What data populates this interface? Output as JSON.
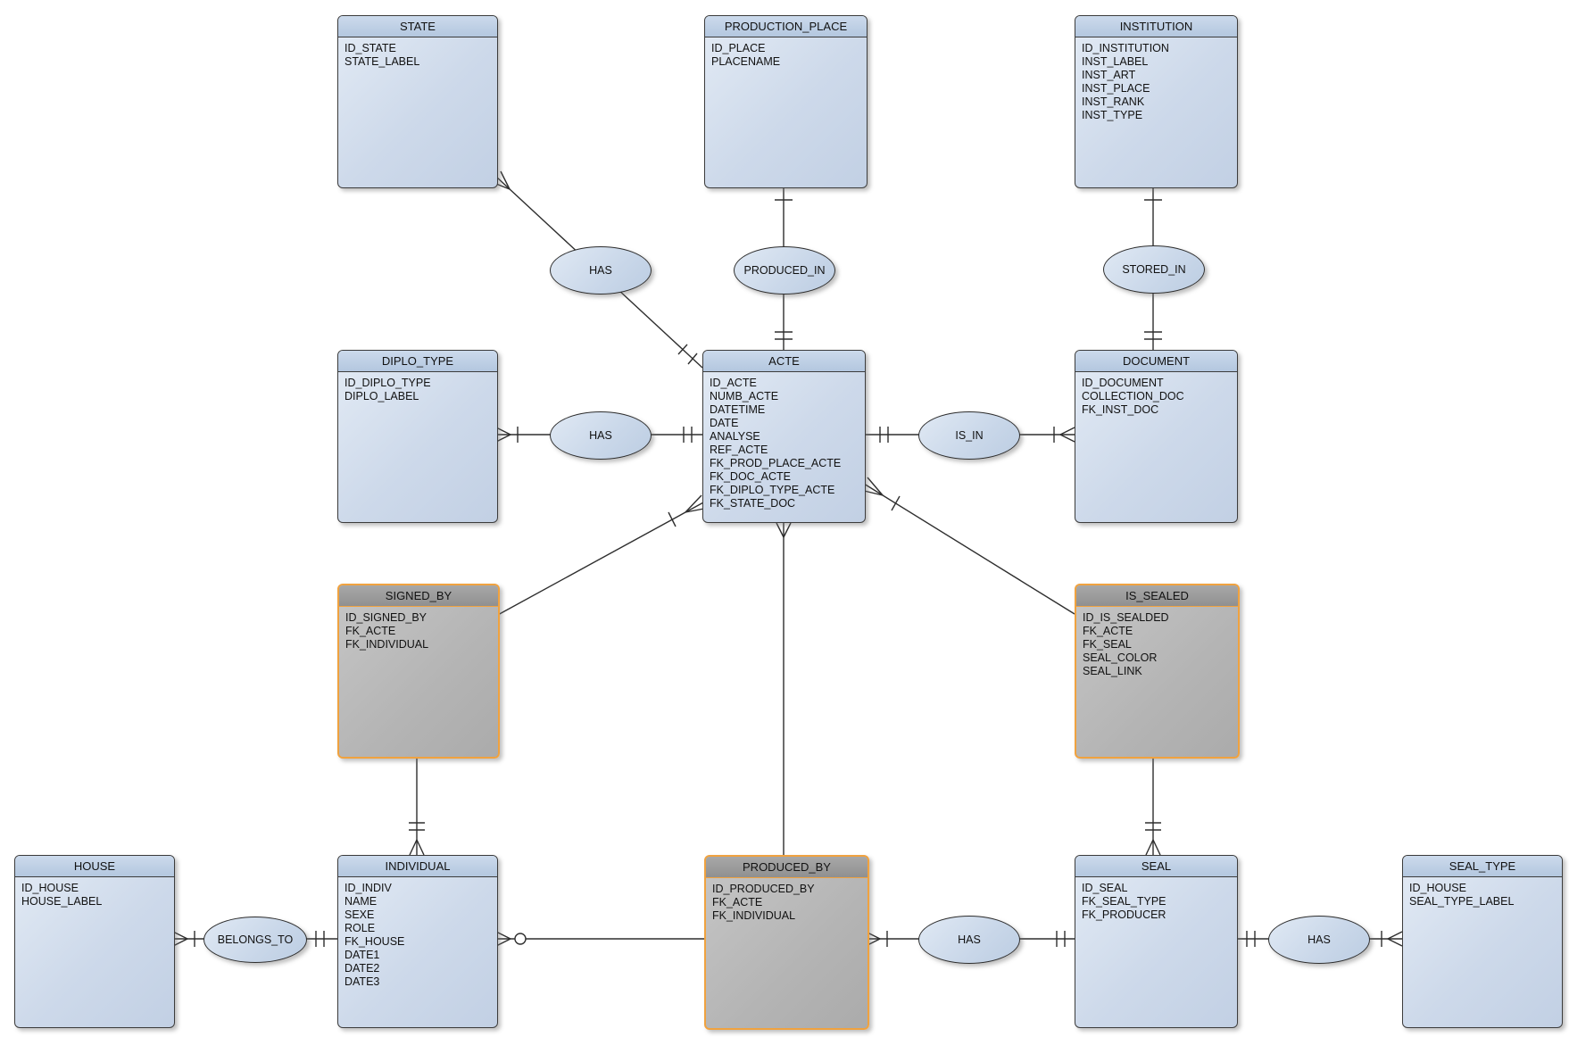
{
  "diagram": {
    "kind": "entity-relationship-diagram"
  },
  "colors": {
    "entity_header": "#bdd0e7",
    "entity_body": "#d6e2f0",
    "assoc_header": "#9c9c9c",
    "assoc_body": "#b8b8b8",
    "assoc_border": "#f0a23f",
    "line": "#2e2e2e"
  },
  "entities": {
    "state": {
      "title": "STATE",
      "attrs": [
        "ID_STATE",
        "STATE_LABEL"
      ]
    },
    "production_place": {
      "title": "PRODUCTION_PLACE",
      "attrs": [
        "ID_PLACE",
        "PLACENAME"
      ]
    },
    "institution": {
      "title": "INSTITUTION",
      "attrs": [
        "ID_INSTITUTION",
        "INST_LABEL",
        "INST_ART",
        "INST_PLACE",
        "INST_RANK",
        "INST_TYPE"
      ]
    },
    "diplo_type": {
      "title": "DIPLO_TYPE",
      "attrs": [
        "ID_DIPLO_TYPE",
        "DIPLO_LABEL"
      ]
    },
    "acte": {
      "title": "ACTE",
      "attrs": [
        "ID_ACTE",
        "NUMB_ACTE",
        "DATETIME",
        "DATE",
        "ANALYSE",
        "REF_ACTE",
        "FK_PROD_PLACE_ACTE",
        "FK_DOC_ACTE",
        "FK_DIPLO_TYPE_ACTE",
        "FK_STATE_DOC"
      ]
    },
    "document": {
      "title": "DOCUMENT",
      "attrs": [
        "ID_DOCUMENT",
        "COLLECTION_DOC",
        "FK_INST_DOC"
      ]
    },
    "signed_by": {
      "title": "SIGNED_BY",
      "attrs": [
        "ID_SIGNED_BY",
        "FK_ACTE",
        "FK_INDIVIDUAL"
      ]
    },
    "is_sealed": {
      "title": "IS_SEALED",
      "attrs": [
        "ID_IS_SEALDED",
        "FK_ACTE",
        "FK_SEAL",
        "SEAL_COLOR",
        "SEAL_LINK"
      ]
    },
    "house": {
      "title": "HOUSE",
      "attrs": [
        "ID_HOUSE",
        "HOUSE_LABEL"
      ]
    },
    "individual": {
      "title": "INDIVIDUAL",
      "attrs": [
        "ID_INDIV",
        "NAME",
        "SEXE",
        "ROLE",
        "FK_HOUSE",
        "DATE1",
        "DATE2",
        "DATE3"
      ]
    },
    "produced_by": {
      "title": "PRODUCED_BY",
      "attrs": [
        "ID_PRODUCED_BY",
        "FK_ACTE",
        "FK_INDIVIDUAL"
      ]
    },
    "seal": {
      "title": "SEAL",
      "attrs": [
        "ID_SEAL",
        "FK_SEAL_TYPE",
        "FK_PRODUCER"
      ]
    },
    "seal_type": {
      "title": "SEAL_TYPE",
      "attrs": [
        "ID_HOUSE",
        "SEAL_TYPE_LABEL"
      ]
    }
  },
  "relations": {
    "has_state_acte": "HAS",
    "produced_in": "PRODUCED_IN",
    "stored_in": "STORED_IN",
    "has_diplo_acte": "HAS",
    "is_in": "IS_IN",
    "belongs_to": "BELONGS_TO",
    "has_producedby_seal": "HAS",
    "has_seal_sealtype": "HAS"
  }
}
